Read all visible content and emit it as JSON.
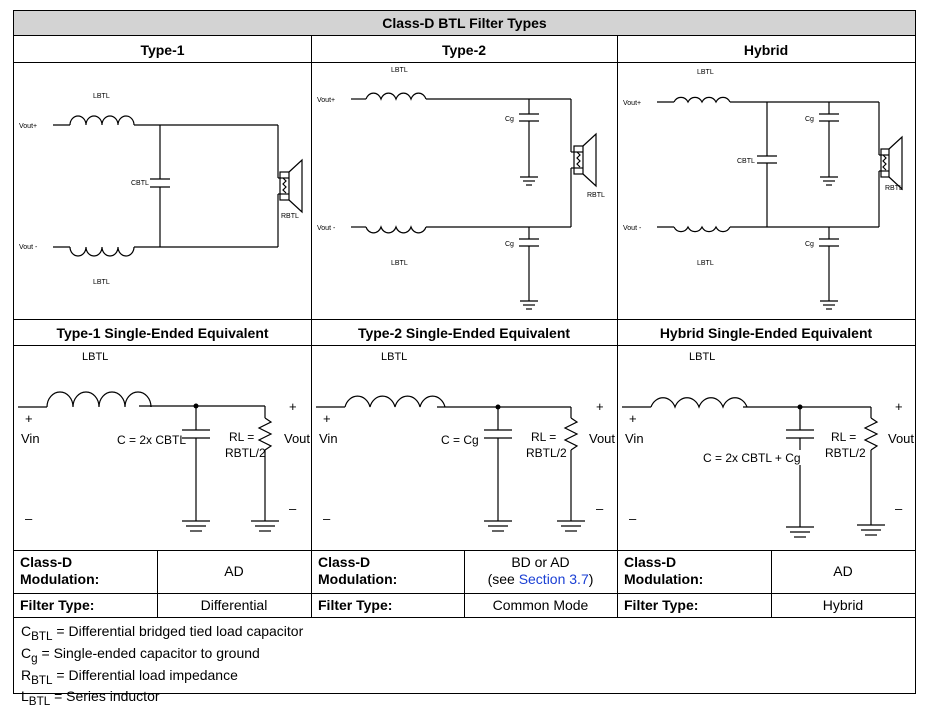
{
  "title": "Class-D BTL Filter Types",
  "columns": [
    {
      "header": "Type-1",
      "se_header": "Type-1 Single-Ended Equivalent",
      "mod_label_1": "Class-D",
      "mod_label_2": "Modulation:",
      "modulation": "AD",
      "filter_label": "Filter Type:",
      "filter_type": "Differential"
    },
    {
      "header": "Type-2",
      "se_header": "Type-2 Single-Ended Equivalent",
      "mod_label_1": "Class-D",
      "mod_label_2": "Modulation:",
      "modulation_1": "BD or AD",
      "modulation_2a": "(see ",
      "modulation_link": "Section 3.7",
      "modulation_2b": ")",
      "filter_label": "Filter Type:",
      "filter_type": "Common Mode"
    },
    {
      "header": "Hybrid",
      "se_header": "Hybrid Single-Ended Equivalent",
      "mod_label_1": "Class-D",
      "mod_label_2": "Modulation:",
      "modulation": "AD",
      "filter_label": "Filter Type:",
      "filter_type": "Hybrid"
    }
  ],
  "schematic": {
    "vout_plus": "Vout+",
    "vout_minus": "Vout -",
    "l_btl": "LBTL",
    "c_btl": "CBTL",
    "r_btl": "RBTL",
    "c_g": "Cg"
  },
  "se": {
    "plus": "+",
    "minus": "–",
    "vin": "Vin",
    "vout": "Vout",
    "l_btl": "LBTL",
    "rl_line1": "RL =",
    "rl_line2": "RBTL/2",
    "c1": "C = 2x CBTL",
    "c2": "C = Cg",
    "c3": "C = 2x CBTL + Cg"
  },
  "legend": [
    {
      "sym": "C",
      "sub": "BTL",
      "text": " = Differential bridged tied load capacitor"
    },
    {
      "sym": "C",
      "sub": "g",
      "text": " = Single-ended capacitor to ground"
    },
    {
      "sym": "R",
      "sub": "BTL",
      "text": " = Differential load impedance"
    },
    {
      "sym": "L",
      "sub": "BTL",
      "text": " = Series inductor"
    }
  ]
}
